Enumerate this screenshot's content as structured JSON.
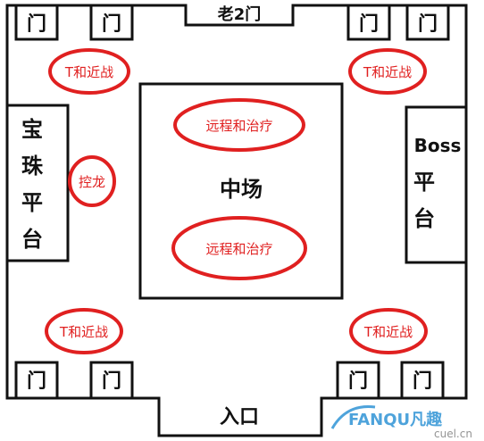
{
  "colors": {
    "stroke": "#111111",
    "zone_oval": "#e02020",
    "zone_text": "#e02020",
    "watermark_blue": "#3b9ad8",
    "watermark_gray": "#888888"
  },
  "gates": {
    "top_center": "老2门",
    "bottom_center": "入口",
    "door": "门"
  },
  "center": {
    "label": "中场"
  },
  "platforms": {
    "left": [
      "宝",
      "珠",
      "平",
      "台"
    ],
    "right": [
      "Boss",
      "平",
      "台"
    ]
  },
  "zones": {
    "tank_melee": "T和近战",
    "ranged_heal": "远程和治疗",
    "dragon": "控龙"
  },
  "watermark": {
    "brand": "FANQU凡趣",
    "domain": "cuel.cn"
  }
}
